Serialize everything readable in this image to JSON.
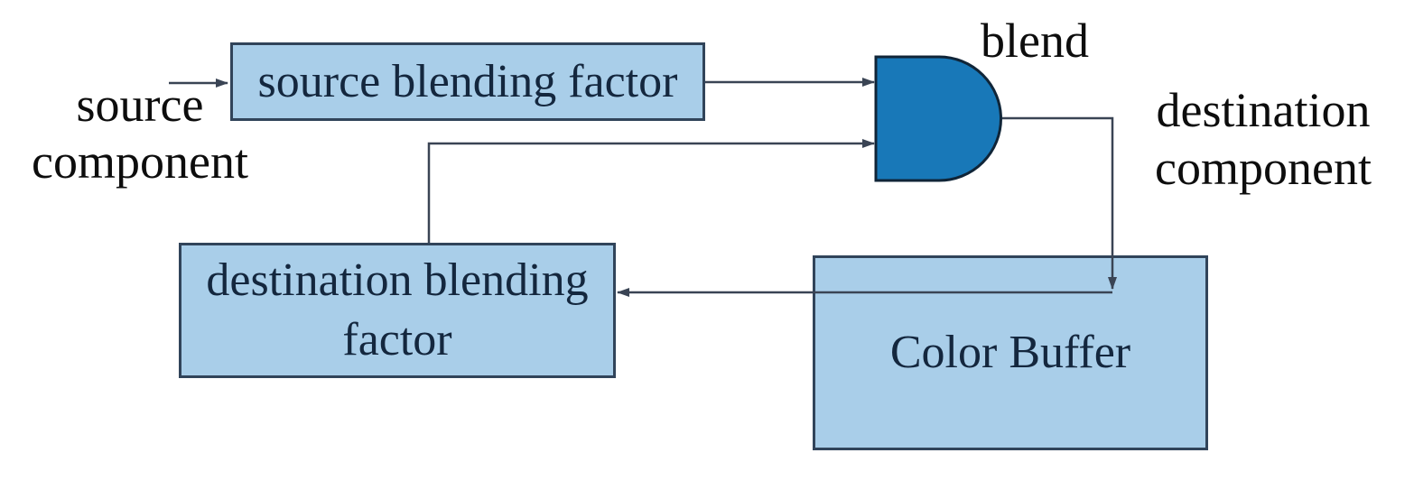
{
  "diagram": {
    "title_hint": "blending pipeline diagram",
    "nodes": [
      {
        "id": "source-blending-factor",
        "label": "source blending factor"
      },
      {
        "id": "destination-blending-factor",
        "label": "destination blending factor"
      },
      {
        "id": "color-buffer",
        "label": "Color Buffer"
      }
    ],
    "labels": {
      "source_component": {
        "line1": "source",
        "line2": "component"
      },
      "blend": "blend",
      "destination_component": {
        "line1": "destination",
        "line2": "component"
      }
    },
    "colors": {
      "background": "#ffffff",
      "node_fill": "#a9cee9",
      "node_border": "#31445a",
      "node_text": "#14273e",
      "label_text": "#0d0d0d",
      "gate_fill": "#1878b8",
      "gate_border": "#102538",
      "connector": "#3a4454"
    }
  }
}
